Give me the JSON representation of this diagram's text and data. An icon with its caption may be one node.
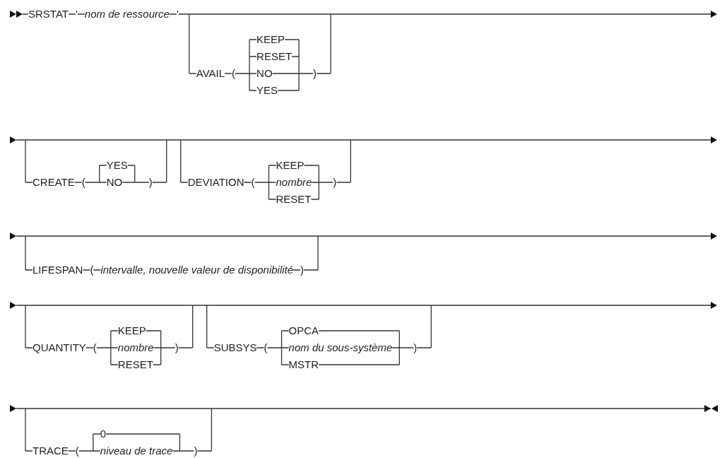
{
  "diagram": {
    "labels": [
      "SRSTAT",
      "'",
      "nom de ressource",
      "'",
      "AVAIL",
      "(",
      "KEEP",
      "RESET",
      "NO",
      "YES",
      ")",
      "CREATE",
      "(",
      "YES",
      "NO",
      ")",
      "DEVIATION",
      "(",
      "KEEP",
      "nombre",
      "RESET",
      ")",
      "LIFESPAN",
      "(",
      "intervalle, nouvelle valeur de disponibilité",
      ")",
      "QUANTITY",
      "(",
      "KEEP",
      "nombre",
      "RESET",
      ")",
      "SUBSYS",
      "(",
      "OPCA",
      "nom du sous-système",
      "MSTR",
      ")",
      "TRACE",
      "(",
      "0",
      "niveau de trace",
      ")"
    ]
  }
}
